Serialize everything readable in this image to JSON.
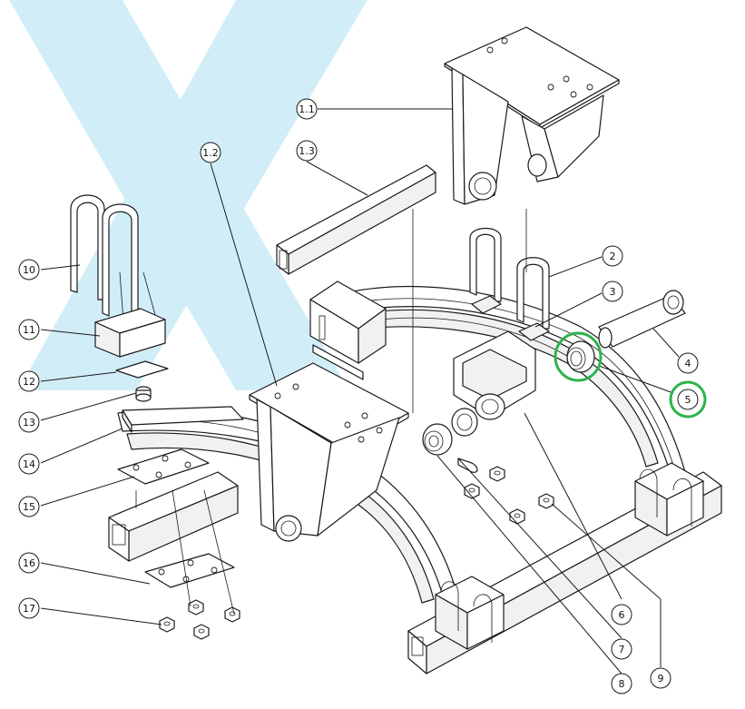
{
  "colors": {
    "highlight": "#2db34a",
    "watermark": "#c9ecf7",
    "line": "#1a1a1a"
  },
  "watermark": {
    "icon": "x-logo-icon"
  },
  "callouts": [
    {
      "id": "c-1-1",
      "label": "1.1"
    },
    {
      "id": "c-1-2",
      "label": "1.2"
    },
    {
      "id": "c-1-3",
      "label": "1.3"
    },
    {
      "id": "c-2",
      "label": "2"
    },
    {
      "id": "c-3",
      "label": "3"
    },
    {
      "id": "c-4",
      "label": "4"
    },
    {
      "id": "c-5",
      "label": "5",
      "highlighted": true
    },
    {
      "id": "c-6",
      "label": "6"
    },
    {
      "id": "c-7",
      "label": "7"
    },
    {
      "id": "c-8",
      "label": "8"
    },
    {
      "id": "c-9",
      "label": "9"
    },
    {
      "id": "c-10",
      "label": "10"
    },
    {
      "id": "c-11",
      "label": "11"
    },
    {
      "id": "c-12",
      "label": "12"
    },
    {
      "id": "c-13",
      "label": "13"
    },
    {
      "id": "c-14",
      "label": "14"
    },
    {
      "id": "c-15",
      "label": "15"
    },
    {
      "id": "c-16",
      "label": "16"
    },
    {
      "id": "c-17",
      "label": "17"
    }
  ]
}
